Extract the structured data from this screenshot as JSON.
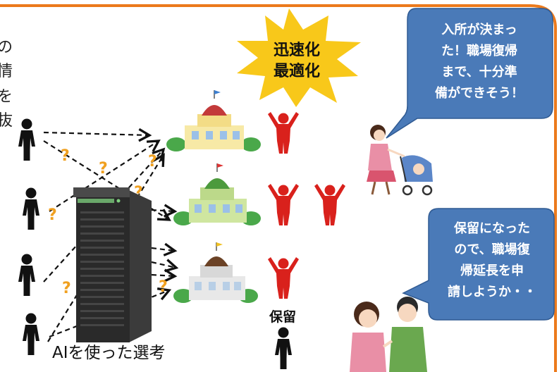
{
  "left_text_fragments": [
    "の",
    "情",
    "を",
    "抜"
  ],
  "burst": {
    "line1": "迅速化",
    "line2": "最適化"
  },
  "bubble_top": [
    "入所が決まっ",
    "た！職場復帰",
    "まで、十分準",
    "備ができそう！"
  ],
  "bubble_bottom": [
    "保留になった",
    "ので、職場復",
    "帰延長を申",
    "請しようか・・"
  ],
  "pending_label": "保留",
  "ai_label": "AIを使った選考",
  "colors": {
    "border": "#ec7a1c",
    "bubble": "#4a7ab8",
    "burst": "#f8c81a",
    "person_red": "#d9211c",
    "person_black": "#111111",
    "question": "#f0a020"
  }
}
